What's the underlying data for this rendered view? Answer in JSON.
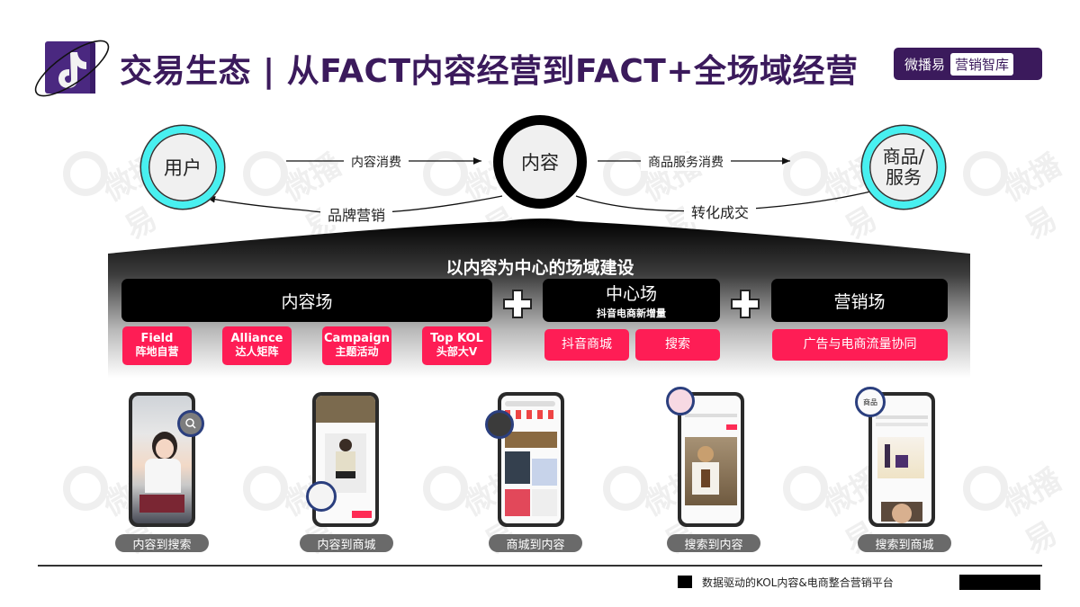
{
  "header": {
    "title": "交易生态 | 从FACT内容经营到FACT+全场域经营",
    "brand_name": "微播易",
    "brand_tag": "营销智库",
    "logo_icon": "douyin-logo-icon"
  },
  "flow": {
    "nodes": {
      "user": "用户",
      "content": "内容",
      "goods_line1": "商品/",
      "goods_line2": "服务"
    },
    "edges": {
      "content_consumption": "内容消费",
      "goods_consumption": "商品服务消费",
      "brand_marketing": "品牌营销",
      "conversion": "转化成交"
    }
  },
  "band": {
    "title": "以内容为中心的场域建设",
    "fields": [
      {
        "label": "内容场",
        "tags": [
          {
            "en": "Field",
            "cn": "阵地自营"
          },
          {
            "en": "Alliance",
            "cn": "达人矩阵"
          },
          {
            "en": "Campaign",
            "cn": "主题活动"
          },
          {
            "en": "Top KOL",
            "cn": "头部大V"
          }
        ]
      },
      {
        "label": "中心场",
        "sub": "抖音电商新增量",
        "tags": [
          {
            "cn": "抖音商城"
          },
          {
            "cn": "搜索"
          }
        ]
      },
      {
        "label": "营销场",
        "tags": [
          {
            "cn": "广告与电商流量协同"
          }
        ]
      }
    ]
  },
  "phones": [
    {
      "caption": "内容到搜索"
    },
    {
      "caption": "内容到商城"
    },
    {
      "caption": "商城到内容"
    },
    {
      "caption": "搜索到内容"
    },
    {
      "caption": "搜索到商城",
      "zoom_text": "商品"
    }
  ],
  "footer": {
    "text": "数据驱动的KOL内容&电商整合营销平台"
  },
  "colors": {
    "title_purple": "#3b1a5c",
    "cyan_ring": "#48f0f0",
    "tag_red": "#fe1d55",
    "caption_gray": "#6a6a6a"
  }
}
